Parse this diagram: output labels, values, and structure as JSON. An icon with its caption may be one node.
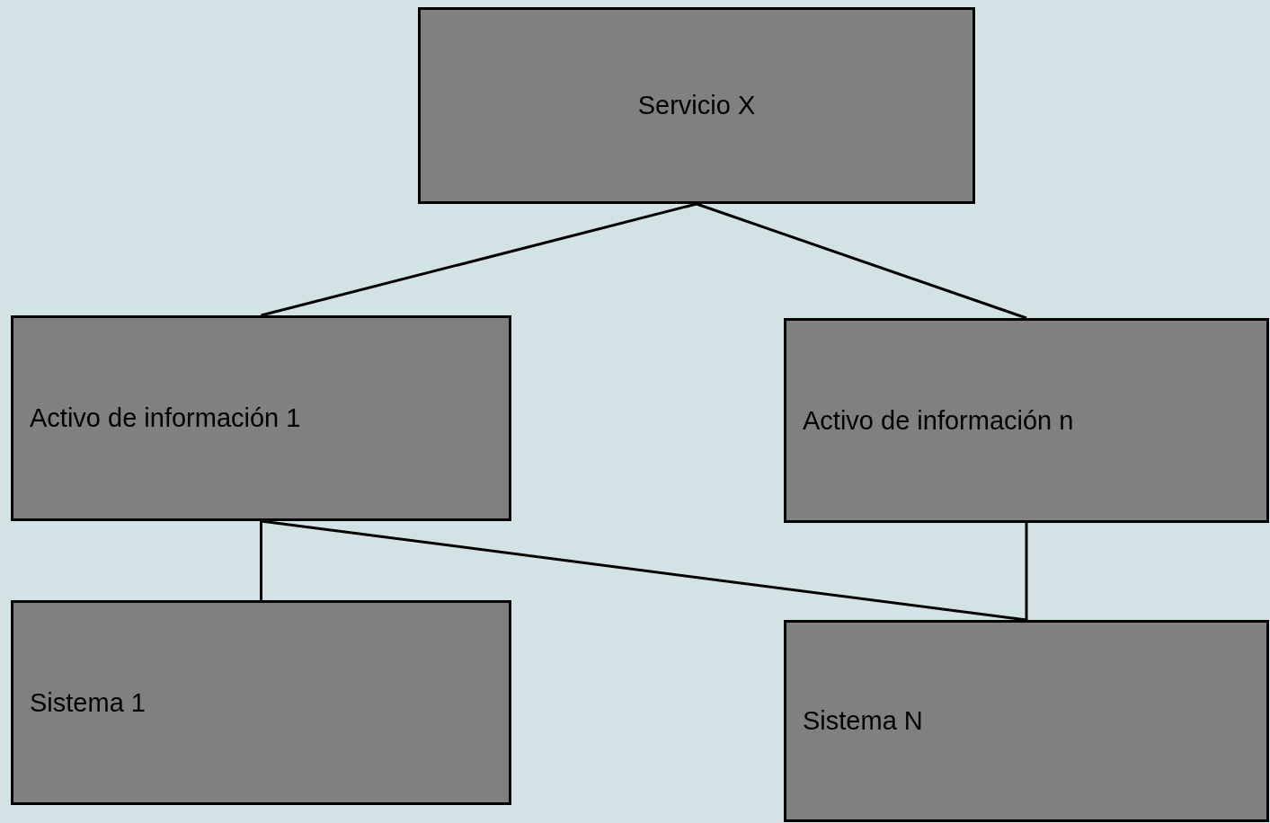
{
  "diagram": {
    "nodes": [
      {
        "text": [
          "Servicio X"
        ]
      },
      {
        "text": [
          "Activo de información 1"
        ]
      },
      {
        "text": [
          "Activo de información n"
        ]
      },
      {
        "text": [
          "Sistema 1"
        ]
      },
      {
        "text": [
          "Sistema N"
        ]
      }
    ],
    "edges": [
      {
        "from": 0,
        "to": 1,
        "arrow": "none"
      },
      {
        "from": 0,
        "to": 2,
        "arrow": "none"
      },
      {
        "from": 1,
        "to": 3,
        "arrow": "none"
      },
      {
        "from": 1,
        "to": 4,
        "arrow": "none"
      },
      {
        "from": 2,
        "to": 4,
        "arrow": "none"
      }
    ]
  }
}
